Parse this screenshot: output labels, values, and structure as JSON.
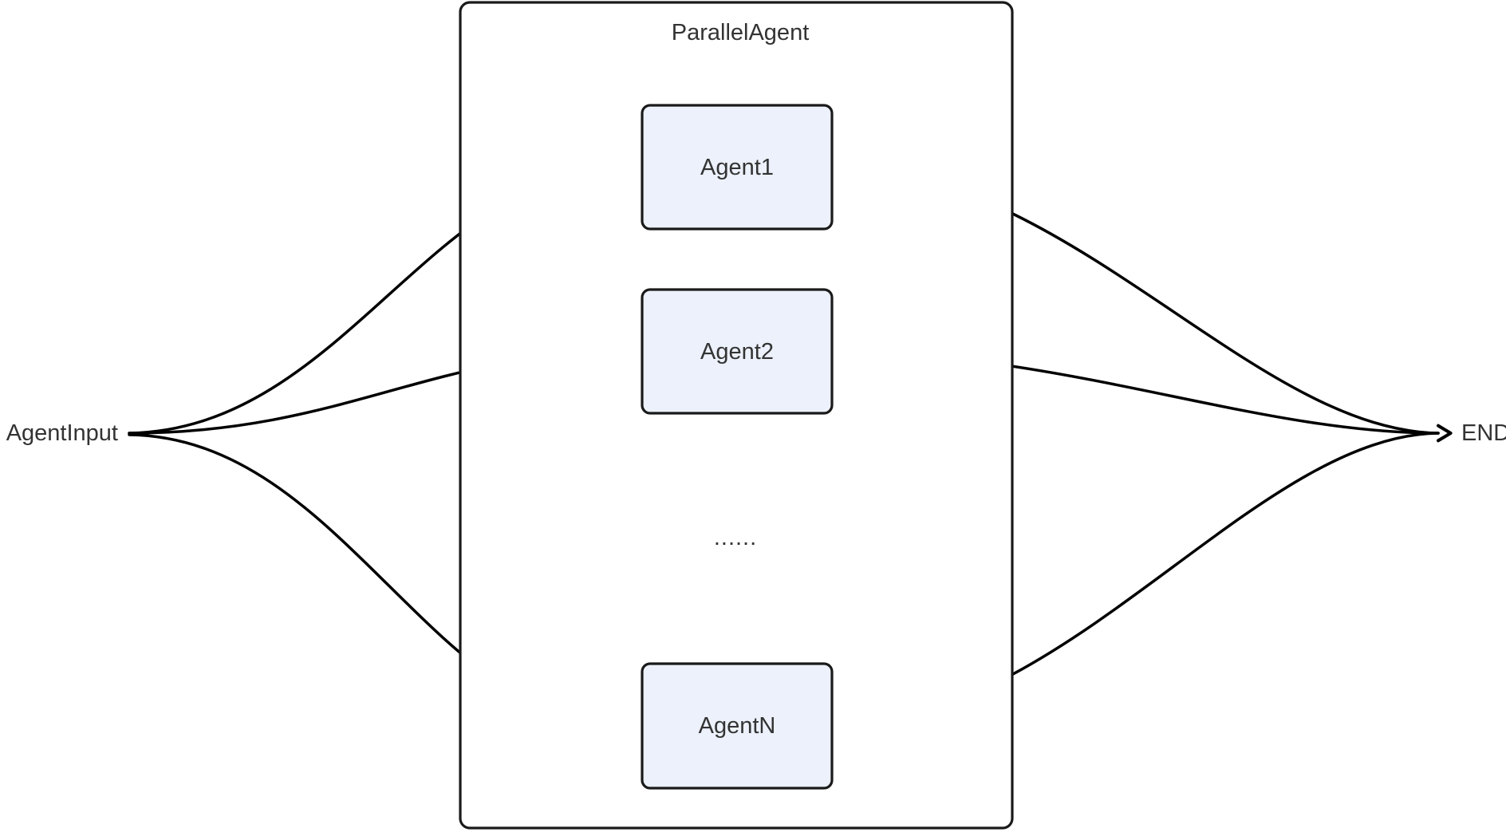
{
  "diagram": {
    "type": "flowchart",
    "direction": "left-to-right",
    "input_node": {
      "label": "AgentInput"
    },
    "container": {
      "label": "ParallelAgent"
    },
    "agents": [
      {
        "label": "Agent1"
      },
      {
        "label": "Agent2"
      },
      {
        "label": "AgentN"
      }
    ],
    "ellipsis": "......",
    "end_node": {
      "label": "END"
    },
    "edges": [
      {
        "from": "AgentInput",
        "to": "Agent1"
      },
      {
        "from": "AgentInput",
        "to": "Agent2"
      },
      {
        "from": "AgentInput",
        "to": "AgentN"
      },
      {
        "from": "Agent1",
        "to": "END"
      },
      {
        "from": "Agent2",
        "to": "END"
      },
      {
        "from": "AgentN",
        "to": "END"
      }
    ]
  },
  "colors": {
    "agent_fill": "#ecf1fb",
    "node_stroke": "#1a1a1a",
    "edge_color": "#000000",
    "text_color": "#333333",
    "background": "#ffffff"
  }
}
